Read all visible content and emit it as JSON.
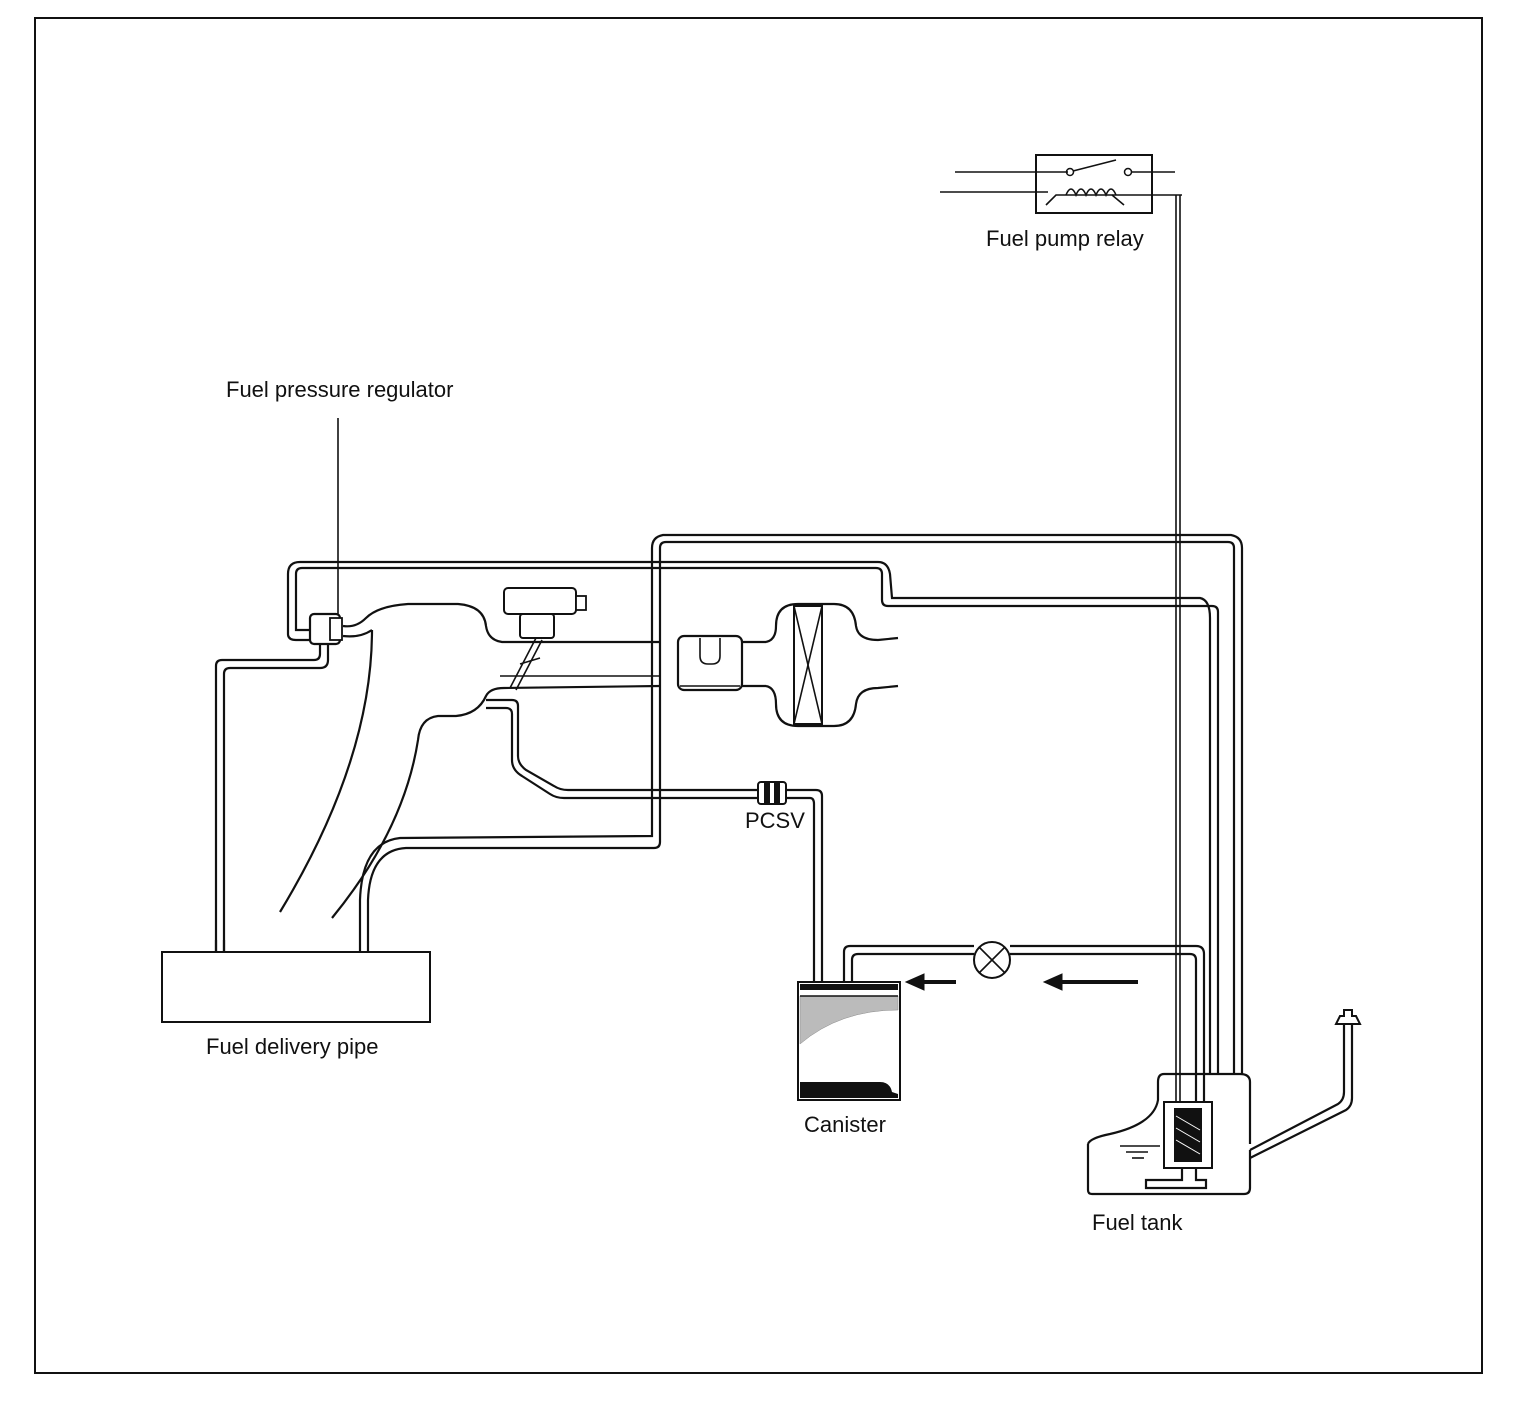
{
  "labels": {
    "fuel_pump_relay": "Fuel pump relay",
    "fuel_pressure_regulator": "Fuel pressure regulator",
    "pcsv": "PCSV",
    "fuel_delivery_pipe": "Fuel delivery pipe",
    "canister": "Canister",
    "fuel_tank": "Fuel tank"
  },
  "colors": {
    "line": "#111111",
    "background": "#ffffff"
  }
}
